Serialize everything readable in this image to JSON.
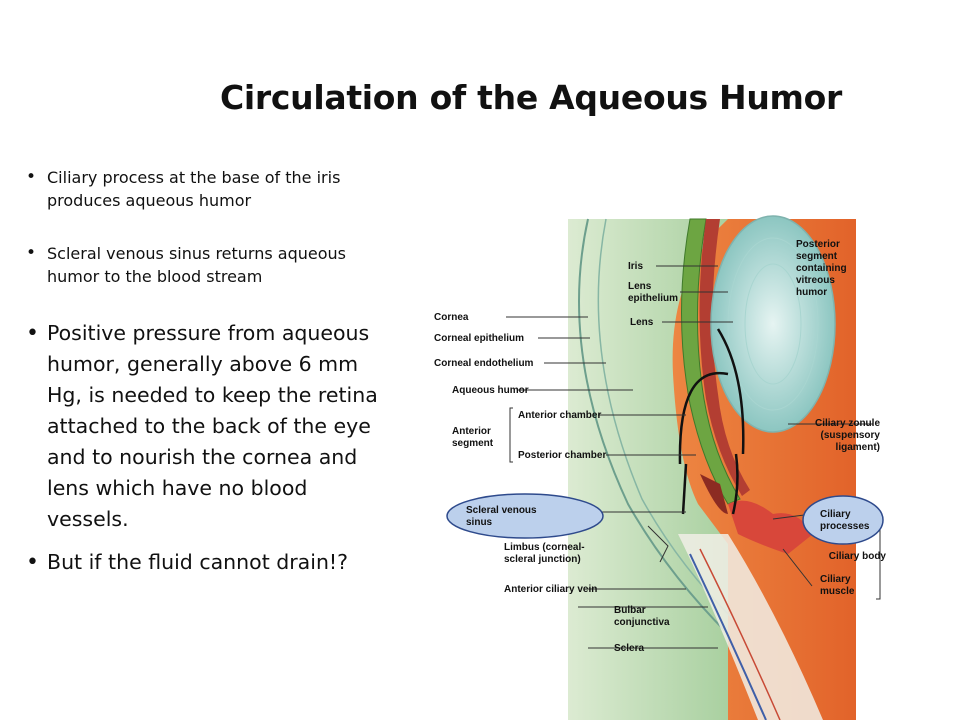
{
  "slide": {
    "title": "Circulation of the Aqueous Humor",
    "bullets": [
      {
        "lines": [
          "Ciliary process at the base of the iris",
          "produces aqueous humor"
        ]
      },
      {
        "lines": [
          "Scleral venous sinus returns aqueous",
          "humor to the blood stream"
        ]
      },
      {
        "lines": [
          "Positive pressure from aqueous",
          "humor, generally above 6 mm",
          "Hg, is needed to keep the retina",
          "attached to the back of the eye",
          "and to nourish the cornea and",
          "lens which have no blood",
          "vessels."
        ]
      },
      {
        "lines": [
          "But if the fluid cannot drain!?"
        ]
      }
    ]
  },
  "diagram": {
    "labels": {
      "iris": "Iris",
      "lens_epithelium_1": "Lens",
      "lens_epithelium_2": "epithelium",
      "lens": "Lens",
      "cornea": "Cornea",
      "corneal_epithelium": "Corneal epithelium",
      "corneal_endothelium": "Corneal endothelium",
      "aqueous_humor": "Aqueous humor",
      "anterior_segment_1": "Anterior",
      "anterior_segment_2": "segment",
      "anterior_chamber": "Anterior chamber",
      "posterior_chamber": "Posterior chamber",
      "posterior_segment_1": "Posterior",
      "posterior_segment_2": "segment",
      "posterior_segment_3": "containing",
      "posterior_segment_4": "vitreous",
      "posterior_segment_5": "humor",
      "ciliary_zonule_1": "Ciliary zonule",
      "ciliary_zonule_2": "(suspensory",
      "ciliary_zonule_3": "ligament)",
      "scleral_sinus_1": "Scleral venous",
      "scleral_sinus_2": "sinus",
      "ciliary_processes_1": "Ciliary",
      "ciliary_processes_2": "processes",
      "ciliary_body": "Ciliary body",
      "limbus_1": "Limbus (corneal-",
      "limbus_2": "scleral junction)",
      "ciliary_muscle_1": "Ciliary",
      "ciliary_muscle_2": "muscle",
      "anterior_ciliary_vein": "Anterior ciliary vein",
      "bulbar_conjunctiva_1": "Bulbar",
      "bulbar_conjunctiva_2": "conjunctiva",
      "sclera": "Sclera"
    },
    "colors": {
      "highlight_ellipse": "#bcd0ec",
      "ellipse_stroke": "#2e4a8c",
      "tissue_orange": "#e8762f",
      "cornea_green": "#cfe6c6",
      "lens_teal": "#b8dcd8"
    }
  }
}
